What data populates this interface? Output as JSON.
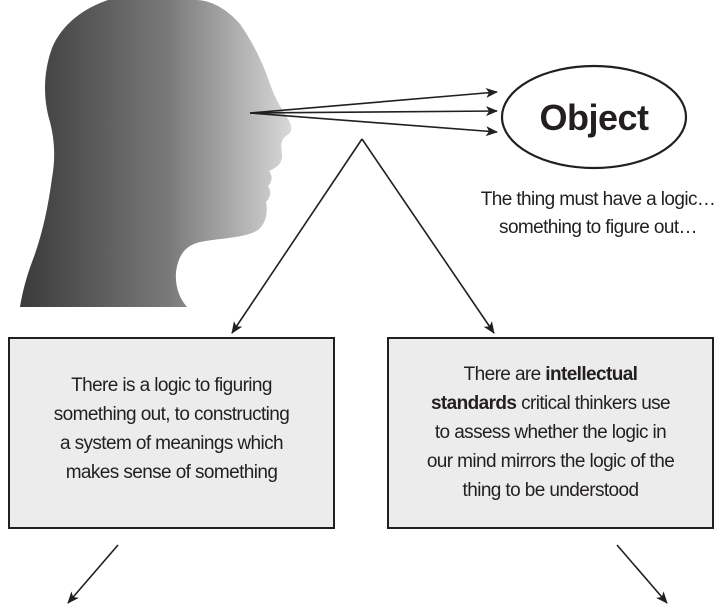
{
  "diagram": {
    "object_label": "Object",
    "object_caption": [
      "The thing must have a logic…",
      "something to figure out…"
    ],
    "left_box_lines": [
      "There is a logic to figuring",
      "something out, to constructing",
      "a system of meanings which",
      "makes sense of something"
    ],
    "right_box": {
      "line1": "There are ",
      "line1_bold": "intellectual",
      "line2_bold": "standards",
      "line2": " critical thinkers use",
      "line3": "to assess whether the logic in",
      "line4": "our mind mirrors the logic of the",
      "line5": "thing to be understood"
    }
  },
  "colors": {
    "ink": "#231f20",
    "box_fill": "#ececec",
    "head_dark": "#3d3d3d",
    "head_light": "#d8d8d8"
  },
  "icons": {
    "head": "human-head-profile-silhouette",
    "arrows": "arrow-icon"
  }
}
